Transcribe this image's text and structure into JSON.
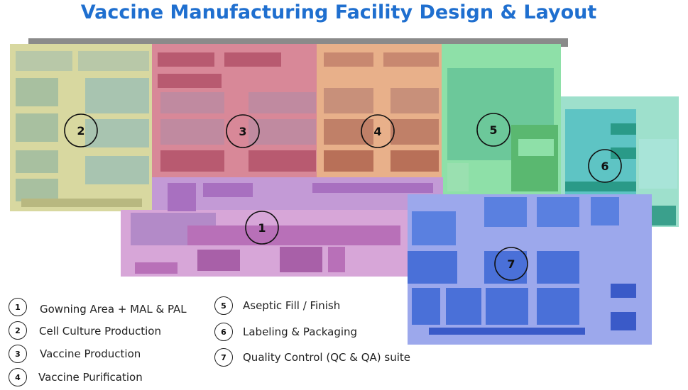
{
  "title": "Vaccine Manufacturing Facility Design & Layout",
  "zones": [
    {
      "id": "1",
      "color": "#b98ad0",
      "label": "Gowning Area + MAL & PAL"
    },
    {
      "id": "2",
      "color": "#d8d89a",
      "label": "Cell Culture Production"
    },
    {
      "id": "3",
      "color": "#d88a9a",
      "label": "Vaccine Production"
    },
    {
      "id": "4",
      "color": "#e8b08a",
      "label": "Vaccine Purification"
    },
    {
      "id": "5",
      "color": "#7ed6a0",
      "label": "Aseptic Fill / Finish"
    },
    {
      "id": "6",
      "color": "#6ec9c4",
      "label": "Labeling & Packaging"
    },
    {
      "id": "7",
      "color": "#7f93e8",
      "label": "Quality Control (QC & QA) suite"
    }
  ]
}
